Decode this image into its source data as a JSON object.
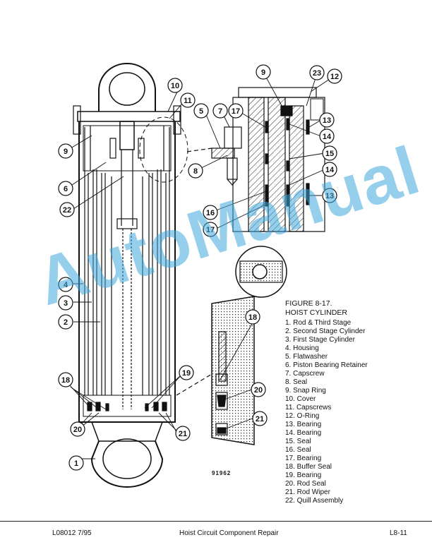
{
  "figure": {
    "number": "FIGURE 8-17.",
    "title": "HOIST CYLINDER",
    "drawing_number": "91962"
  },
  "legend": [
    "1. Rod & Third Stage",
    "2. Second Stage Cylinder",
    "3. First Stage Cylinder",
    "4. Housing",
    "5. Flatwasher",
    "6. Piston Bearing Retainer",
    "7. Capscrew",
    "8. Seal",
    "9. Snap Ring",
    "10. Cover",
    "11. Capscrews",
    "12. O-Ring",
    "13. Bearing",
    "14. Bearing",
    "15. Seal",
    "16. Seal",
    "17. Bearing",
    "18. Buffer Seal",
    "19. Bearing",
    "20. Rod Seal",
    "21. Rod Wiper",
    "22. Quill Assembly"
  ],
  "callouts": {
    "c1": "1",
    "c2": "2",
    "c3": "3",
    "c4": "4",
    "c5": "5",
    "c6": "6",
    "c7": "7",
    "c8": "8",
    "c9a": "9",
    "c9b": "9",
    "c10": "10",
    "c11": "11",
    "c12": "12",
    "c13a": "13",
    "c13b": "13",
    "c14a": "14",
    "c14b": "14",
    "c15": "15",
    "c16": "16",
    "c17a": "17",
    "c17b": "17",
    "c18a": "18",
    "c18b": "18",
    "c19": "19",
    "c20a": "20",
    "c20b": "20",
    "c21a": "21",
    "c21b": "21",
    "c22": "22",
    "c23": "23"
  },
  "footer": {
    "left": "L08012 7/95",
    "center": "Hoist Circuit Component Repair",
    "right": "L8-11"
  },
  "watermark": {
    "text": "AutoManual",
    "color": "#40a8dc"
  }
}
